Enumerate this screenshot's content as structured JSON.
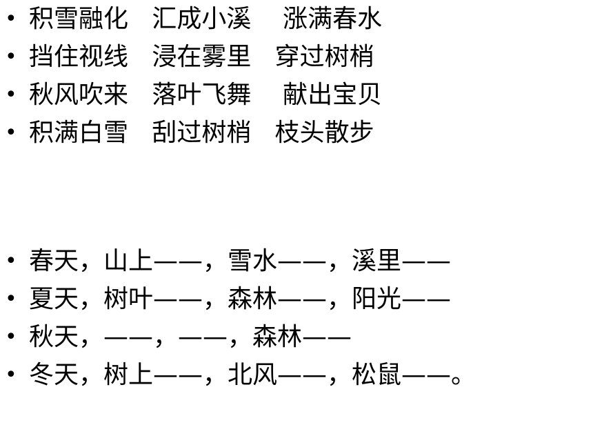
{
  "slide": {
    "bullet": "•",
    "top_list": [
      "积雪融化   汇成小溪    涨满春水",
      "挡住视线   浸在雾里   穿过树梢",
      "秋风吹来   落叶飞舞    献出宝贝",
      "积满白雪   刮过树梢   枝头散步"
    ],
    "bottom_list": [
      "春天，山上——，雪水——，溪里——",
      "夏天，树叶——，森林——，阳光——",
      "秋天，——，——，森林——",
      "冬天，树上——，北风——，松鼠——。"
    ]
  }
}
